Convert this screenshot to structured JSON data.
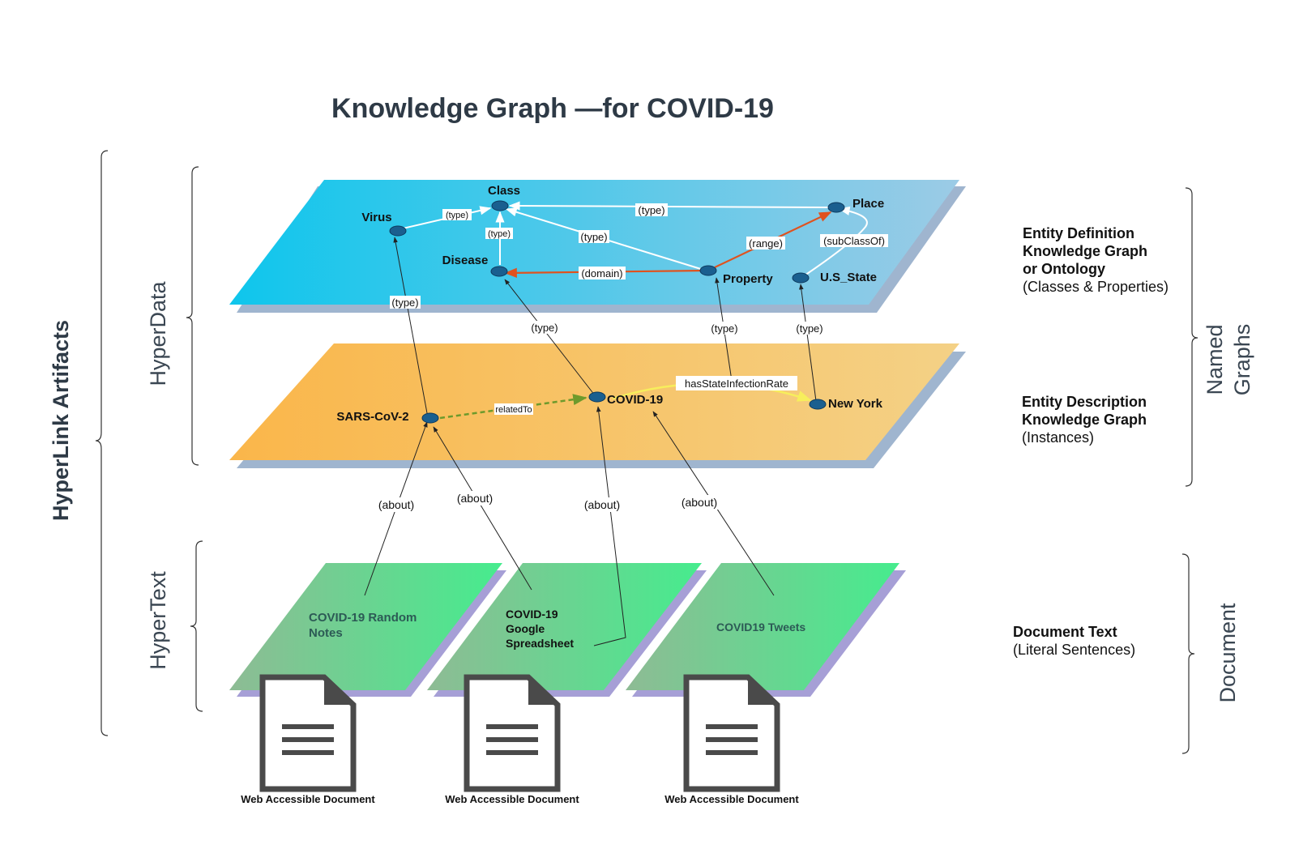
{
  "title": "Knowledge Graph  —for COVID-19",
  "left_labels": {
    "hyperlink": "HyperLink Artifacts",
    "hyperdata": "HyperData",
    "hypertext": "HyperText"
  },
  "right_labels": {
    "named_graphs_line1": "Named",
    "named_graphs_line2": "Graphs",
    "document": "Document"
  },
  "layers": {
    "ontology": {
      "heading_lines": [
        "Entity Definition",
        "Knowledge Graph",
        "or Ontology"
      ],
      "sub": "(Classes & Properties)"
    },
    "instances": {
      "heading_lines": [
        "Entity Description",
        "Knowledge Graph"
      ],
      "sub": "(Instances)"
    },
    "documents": {
      "heading_lines": [
        "Document Text"
      ],
      "sub": "(Literal Sentences)"
    }
  },
  "nodes": {
    "class": "Class",
    "virus": "Virus",
    "place": "Place",
    "disease": "Disease",
    "property": "Property",
    "us_state": "U.S_State",
    "sars": "SARS-CoV-2",
    "covid": "COVID-19",
    "newyork": "New York"
  },
  "edges": {
    "virus_class": "(type)",
    "disease_class": "(type)",
    "property_class": "(type)",
    "place_class": "(type)",
    "domain": "(domain)",
    "range": "(range)",
    "subclassof": "(subClassOf)",
    "sars_virus": "(type)",
    "covid_disease": "(type)",
    "infection_property": "(type)",
    "newyork_state": "(type)",
    "related": "relatedTo",
    "infection": "hasStateInfectionRate",
    "about1": "(about)",
    "about2": "(about)",
    "about3": "(about)",
    "about4": "(about)"
  },
  "docs": {
    "doc1_lines": [
      "COVID-19 Random",
      "Notes"
    ],
    "doc2_lines": [
      "COVID-19",
      "Google",
      "Spreadsheet"
    ],
    "doc3_lines": [
      "COVID19 Tweets"
    ]
  },
  "web_docs": [
    "Web Accessible Document",
    "Web Accessible Document",
    "Web Accessible Document"
  ],
  "icons": [
    "document-icon",
    "document-icon",
    "document-icon"
  ],
  "colors": {
    "ontology_start": "#0ec6ec",
    "ontology_end": "#9ccbe6",
    "instances_start": "#fab64a",
    "instances_end": "#f4d186",
    "docs_start": "#8ebb94",
    "docs_end": "#46ec8e",
    "node": "#1a5f8f",
    "domain_range": "#e0521e",
    "related": "#6e9a2c",
    "infection": "#f7ee5c",
    "title": "#2e3a46"
  }
}
